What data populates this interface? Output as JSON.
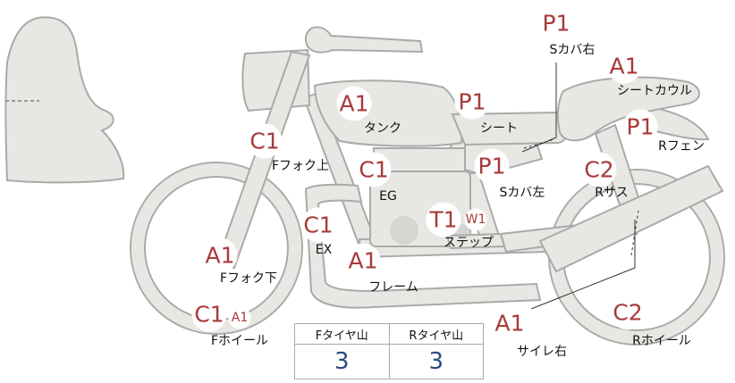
{
  "parts": [
    {
      "id": "s-cover-right",
      "code": "P1",
      "label": "Sカバ右"
    },
    {
      "id": "seat-cowl",
      "code": "A1",
      "label": "シートカウル"
    },
    {
      "id": "tank",
      "code": "A1",
      "label": "タンク"
    },
    {
      "id": "seat",
      "code": "P1",
      "label": "シート"
    },
    {
      "id": "r-fender",
      "code": "P1",
      "label": "Rフェン"
    },
    {
      "id": "f-fork-upper",
      "code": "C1",
      "label": "Fフォク上"
    },
    {
      "id": "engine",
      "code": "C1",
      "label": "EG"
    },
    {
      "id": "s-cover-left",
      "code": "P1",
      "label": "Sカバ左"
    },
    {
      "id": "r-suspension",
      "code": "C2",
      "label": "Rサス"
    },
    {
      "id": "exhaust",
      "code": "C1",
      "label": "EX"
    },
    {
      "id": "step",
      "code": "T1",
      "code2": "W1",
      "label": "ステップ"
    },
    {
      "id": "f-fork-lower",
      "code": "A1",
      "label": "Fフォク下"
    },
    {
      "id": "frame",
      "code": "A1",
      "label": "フレーム"
    },
    {
      "id": "f-wheel",
      "code": "C1",
      "code2": "A1",
      "label": "Fホイール"
    },
    {
      "id": "silencer-right",
      "code": "A1",
      "label": "サイレ右"
    },
    {
      "id": "r-wheel",
      "code": "C2",
      "label": "Rホイール"
    }
  ],
  "tyre_table": {
    "headers": [
      "Fタイヤ山",
      "Rタイヤ山"
    ],
    "values": [
      "3",
      "3"
    ]
  },
  "colors": {
    "code": "#a83a3a",
    "part_fill": "#e8e7e3",
    "part_stroke": "#aaaaaa",
    "tyre_value": "#2b4a80"
  }
}
